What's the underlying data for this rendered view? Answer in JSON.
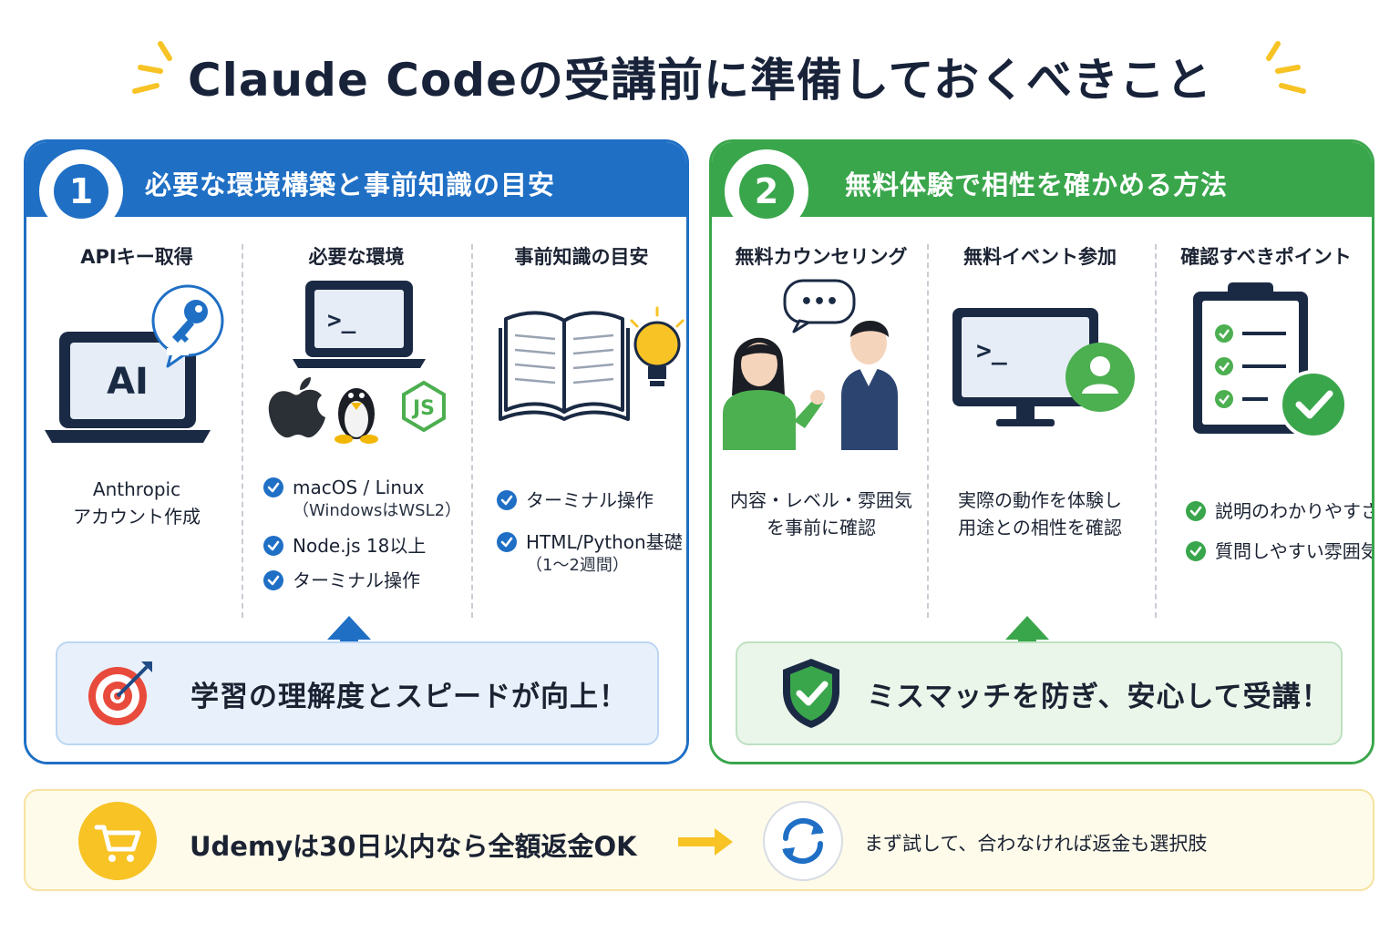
{
  "title": "Claude Codeの受講前に準備しておくべきこと",
  "colors": {
    "blue": "#1f6fc5",
    "green": "#3aa64c",
    "yellow": "#f7c325",
    "dark": "#1b2333"
  },
  "panel1": {
    "number": "1",
    "title": "必要な環境構築と事前知識の目安",
    "col1": {
      "title": "APIキー取得",
      "icon": "laptop-ai-key-icon",
      "screen_text": "AI",
      "desc_line1": "Anthropic",
      "desc_line2": "アカウント作成"
    },
    "col2": {
      "title": "必要な環境",
      "icon": "laptop-terminal-icon",
      "screen_text": ">_",
      "os_icons": [
        "apple-icon",
        "linux-icon",
        "nodejs-icon"
      ],
      "items": [
        {
          "text": "macOS / Linux",
          "sub": "（WindowsはWSL2）"
        },
        {
          "text": "Node.js 18以上"
        },
        {
          "text": "ターミナル操作"
        }
      ]
    },
    "col3": {
      "title": "事前知識の目安",
      "icon": "book-lightbulb-icon",
      "items": [
        {
          "text": "ターミナル操作"
        },
        {
          "text": "HTML/Python基礎",
          "sub": "（1〜2週間）"
        }
      ]
    },
    "result": {
      "icon": "target-icon",
      "text": "学習の理解度とスピードが向上！"
    }
  },
  "panel2": {
    "number": "2",
    "title": "無料体験で相性を確かめる方法",
    "col1": {
      "title": "無料カウンセリング",
      "icon": "counseling-people-icon",
      "bubble_text": "•••",
      "desc_line1": "内容・レベル・雰囲気",
      "desc_line2": "を事前に確認"
    },
    "col2": {
      "title": "無料イベント参加",
      "icon": "monitor-user-icon",
      "screen_text": ">_",
      "desc_line1": "実際の動作を体験し",
      "desc_line2": "用途との相性を確認"
    },
    "col3": {
      "title": "確認すべきポイント",
      "icon": "clipboard-check-icon",
      "items": [
        {
          "text": "説明のわかりやすさ"
        },
        {
          "text": "質問しやすい雰囲気"
        }
      ]
    },
    "result": {
      "icon": "shield-check-icon",
      "text": "ミスマッチを防ぎ、安心して受講！"
    }
  },
  "bottom": {
    "cart_icon": "cart-icon",
    "text1": "Udemyは30日以内なら全額返金OK",
    "arrow_icon": "arrow-right-icon",
    "refresh_icon": "refresh-icon",
    "text2": "まず試して、合わなければ返金も選択肢"
  }
}
